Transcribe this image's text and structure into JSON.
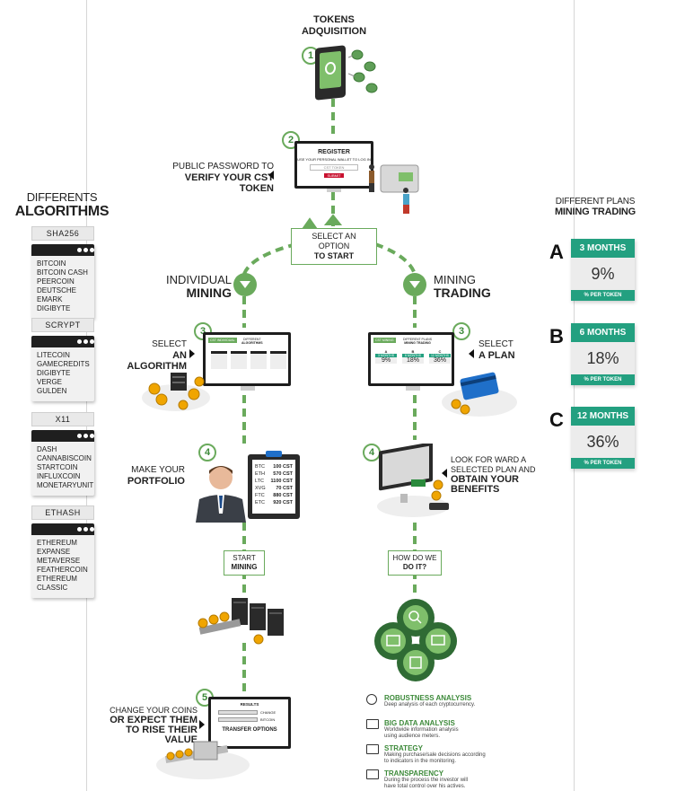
{
  "step1": {
    "number": "1",
    "title_line1": "TOKENS",
    "title_line2": "ADQUISITION"
  },
  "step2": {
    "number": "2",
    "label_line1": "PUBLIC PASSWORD TO",
    "label_line2": "VERIFY YOUR CST TOKEN",
    "screen_title": "REGISTER",
    "screen_text": "USE YOUR PERSONAL WALLET TO LOG IN",
    "screen_input": "CST TOKEN",
    "screen_button": "SUBMIT"
  },
  "choice": {
    "line1": "SELECT AN OPTION",
    "line2": "TO START"
  },
  "branch_left": {
    "line1": "INDIVIDUAL",
    "line2": "MINING"
  },
  "branch_right": {
    "line1": "MINING",
    "line2": "TRADING"
  },
  "left3": {
    "number": "3",
    "line1": "SELECT",
    "line2": "AN ALGORITHM",
    "screen_badge": "CST INDIVIDUAL",
    "screen_title_line1": "DIFFERENT",
    "screen_title_line2": "ALGORITHMS"
  },
  "right3": {
    "number": "3",
    "line1": "SELECT",
    "line2": "A PLAN",
    "screen_badge": "CST MINING",
    "screen_title_line1": "DIFFERENT PLANS",
    "screen_title_line2": "MINING TRADING",
    "mini_plans": [
      {
        "letter": "A",
        "head": "3 MONTHS",
        "value": "9%"
      },
      {
        "letter": "B",
        "head": "6 MONTHS",
        "value": "18%"
      },
      {
        "letter": "C",
        "head": "12 MONTHS",
        "value": "36%"
      }
    ]
  },
  "left4": {
    "number": "4",
    "line1": "MAKE YOUR",
    "line2": "PORTFOLIO",
    "portfolio": [
      {
        "coin": "BTC",
        "amount": "100 CST"
      },
      {
        "coin": "ETH",
        "amount": "570 CST"
      },
      {
        "coin": "LTC",
        "amount": "1100 CST"
      },
      {
        "coin": "XVG",
        "amount": "70 CST"
      },
      {
        "coin": "FTC",
        "amount": "880 CST"
      },
      {
        "coin": "ETC",
        "amount": "920 CST"
      }
    ]
  },
  "right4": {
    "number": "4",
    "line1": "LOOK FOR WARD A",
    "line2": "SELECTED PLAN AND",
    "line3": "OBTAIN YOUR BENEFITS"
  },
  "start_mining": {
    "line1": "START",
    "line2": "MINING"
  },
  "how": {
    "line1": "HOW DO WE",
    "line2": "DO IT?"
  },
  "left5": {
    "number": "5",
    "line1": "CHANGE YOUR COINS",
    "line2": "OR EXPECT THEM",
    "line3": "TO RISE THEIR VALUE",
    "screen_title": "RESULTS",
    "option1": "CHANGE",
    "option2": "BITCOIN",
    "caption": "TRANSFER OPTIONS"
  },
  "features": [
    {
      "title": "ROBUSTNESS ANALYSIS",
      "desc": [
        "Deep analysis of each cryptocurrency."
      ]
    },
    {
      "title": "BIG DATA ANALYSIS",
      "desc": [
        "Worldwide information analysis",
        "using audience meters."
      ]
    },
    {
      "title": "STRATEGY",
      "desc": [
        "Making purchase/sale decisions according",
        "to indicators in the monitoring."
      ]
    },
    {
      "title": "TRANSPARENCY",
      "desc": [
        "During the process the investor will",
        "have total control over his actives."
      ]
    }
  ],
  "algorithms": {
    "title_line1": "DIFFERENTS",
    "title_line2": "ALGORITHMS",
    "groups": [
      {
        "name": "SHA256",
        "items": [
          "BITCOIN",
          "BITCOIN CASH",
          "PEERCOIN",
          "DEUTSCHE EMARK",
          "DIGIBYTE"
        ]
      },
      {
        "name": "SCRYPT",
        "items": [
          "LITECOIN",
          "GAMECREDITS",
          "DIGIBYTE",
          "VERGE",
          "GULDEN"
        ]
      },
      {
        "name": "X11",
        "items": [
          "DASH",
          "CANNABISCOIN",
          "STARTCOIN",
          "INFLUXCOIN",
          "MONETARYUNIT"
        ]
      },
      {
        "name": "ETHASH",
        "items": [
          "ETHEREUM",
          "EXPANSE",
          "METAVERSE",
          "FEATHERCOIN",
          "ETHEREUM CLASSIC"
        ]
      }
    ]
  },
  "plans": {
    "title_line1": "DIFFERENT PLANS",
    "title_line2": "MINING TRADING",
    "items": [
      {
        "letter": "A",
        "duration": "3 MONTHS",
        "value": "9%",
        "footer": "% PER TOKEN"
      },
      {
        "letter": "B",
        "duration": "6 MONTHS",
        "value": "18%",
        "footer": "% PER TOKEN"
      },
      {
        "letter": "C",
        "duration": "12 MONTHS",
        "value": "36%",
        "footer": "% PER TOKEN"
      }
    ]
  },
  "colors": {
    "accent_green": "#6aaa5c",
    "dark_green": "#2f6b34",
    "teal": "#23a080",
    "dark": "#1d1d1d"
  }
}
